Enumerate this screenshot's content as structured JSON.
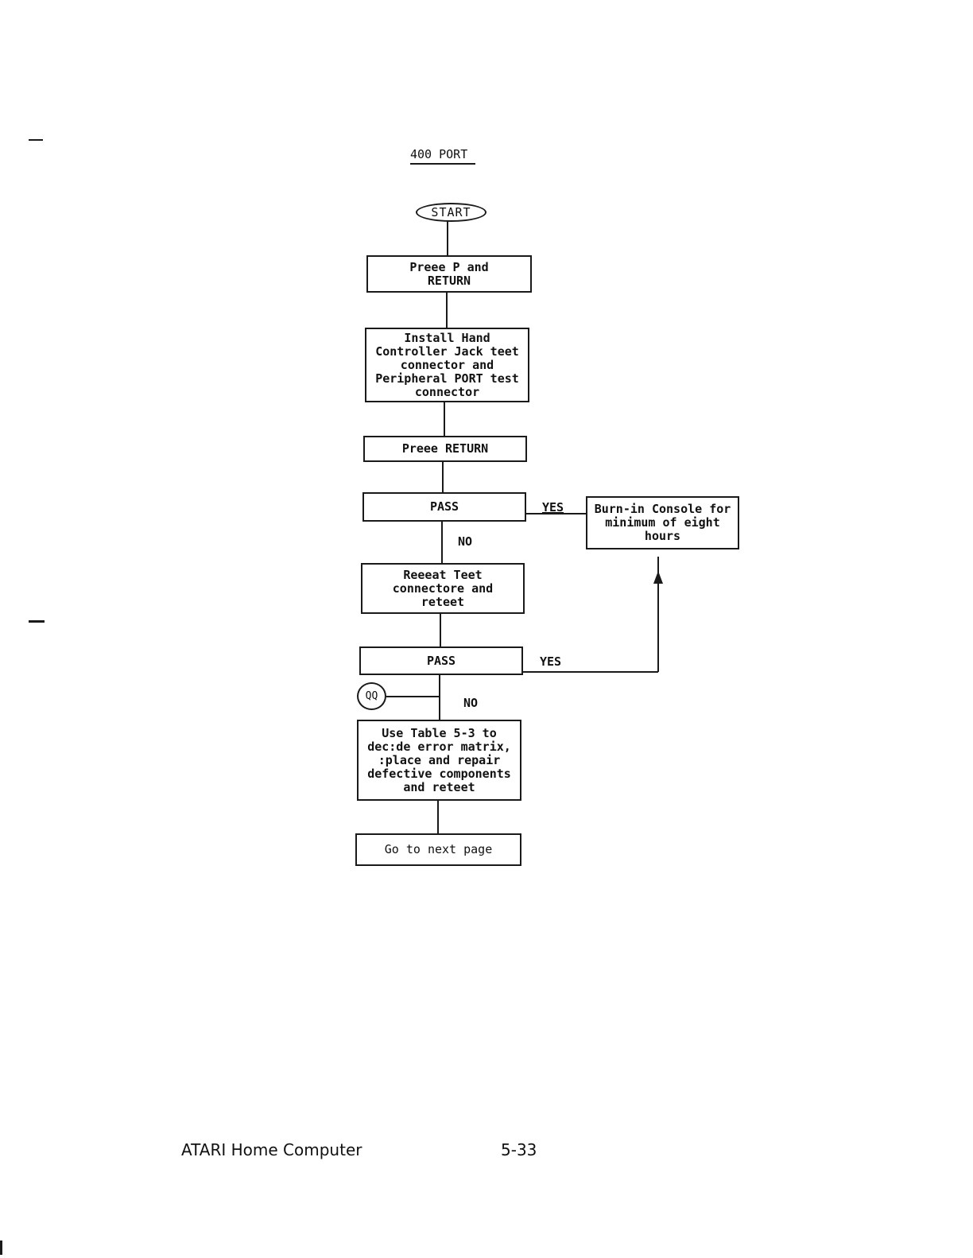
{
  "title": "400 PORT",
  "start_label": "START",
  "steps": {
    "press_p": "Preee P and\nRETURN",
    "install": "Install Hand\nController Jack teet\nconnector and\nPeripheral PORT test\nconnector",
    "press_return": "Preee RETURN",
    "pass1": "PASS",
    "burn_in": "Burn-in Console for\nminimum of eight\nhours",
    "reseat": "Reeeat Teet\nconnectore and\nreteet",
    "pass2": "PASS",
    "use_table": "Use Table 5-3 to\ndec:de error matrix,\n:place and repair\ndefective components\nand reteet",
    "next_page": "Go to next page"
  },
  "labels": {
    "yes1": "YES",
    "no1": "NO",
    "yes2": "YES",
    "no2": "NO"
  },
  "connector_label": "QQ",
  "footer": {
    "left": "ATARI Home Computer",
    "page_number": "5-33"
  }
}
